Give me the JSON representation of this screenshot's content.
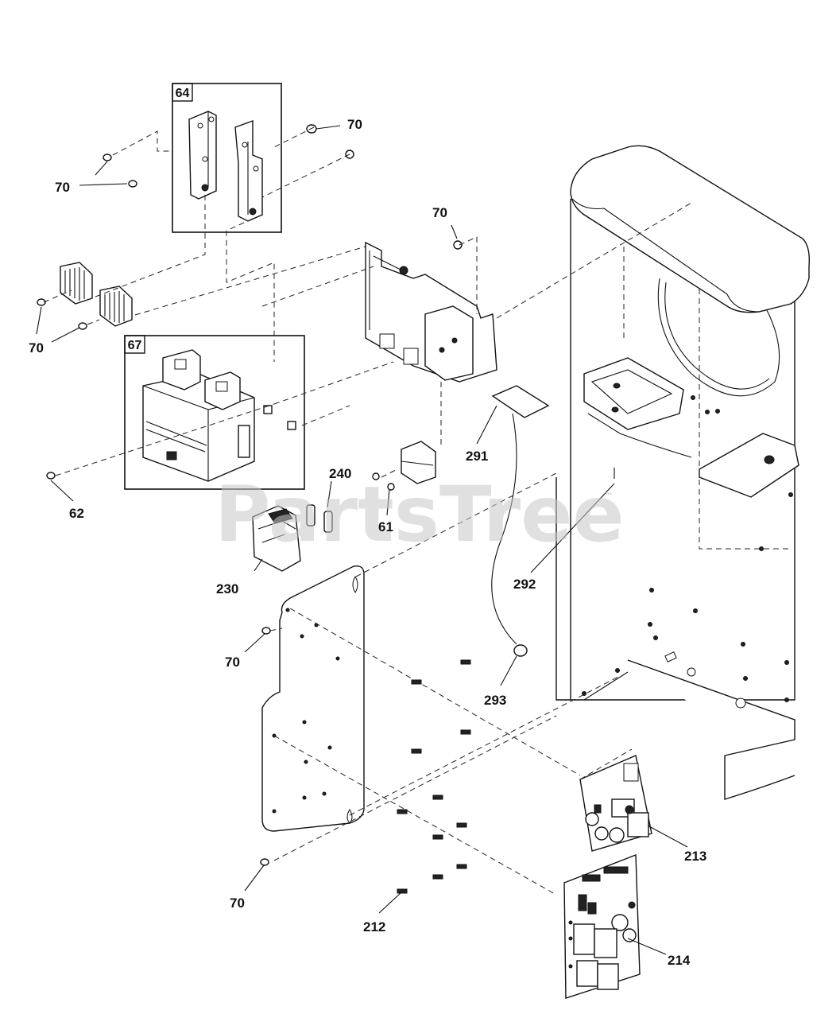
{
  "watermark": "PartsTree",
  "watermark_tm": "™",
  "boxes": {
    "box_64": "64",
    "box_67": "67"
  },
  "callouts": {
    "c70_top_right": "70",
    "c70_top_left": "70",
    "c70_mid": "70",
    "c70_left": "70",
    "c62": "62",
    "c240": "240",
    "c61": "61",
    "c291": "291",
    "c230": "230",
    "c292": "292",
    "c70_plate_top": "70",
    "c293": "293",
    "c213": "213",
    "c70_plate_bottom": "70",
    "c212": "212",
    "c214": "214"
  }
}
